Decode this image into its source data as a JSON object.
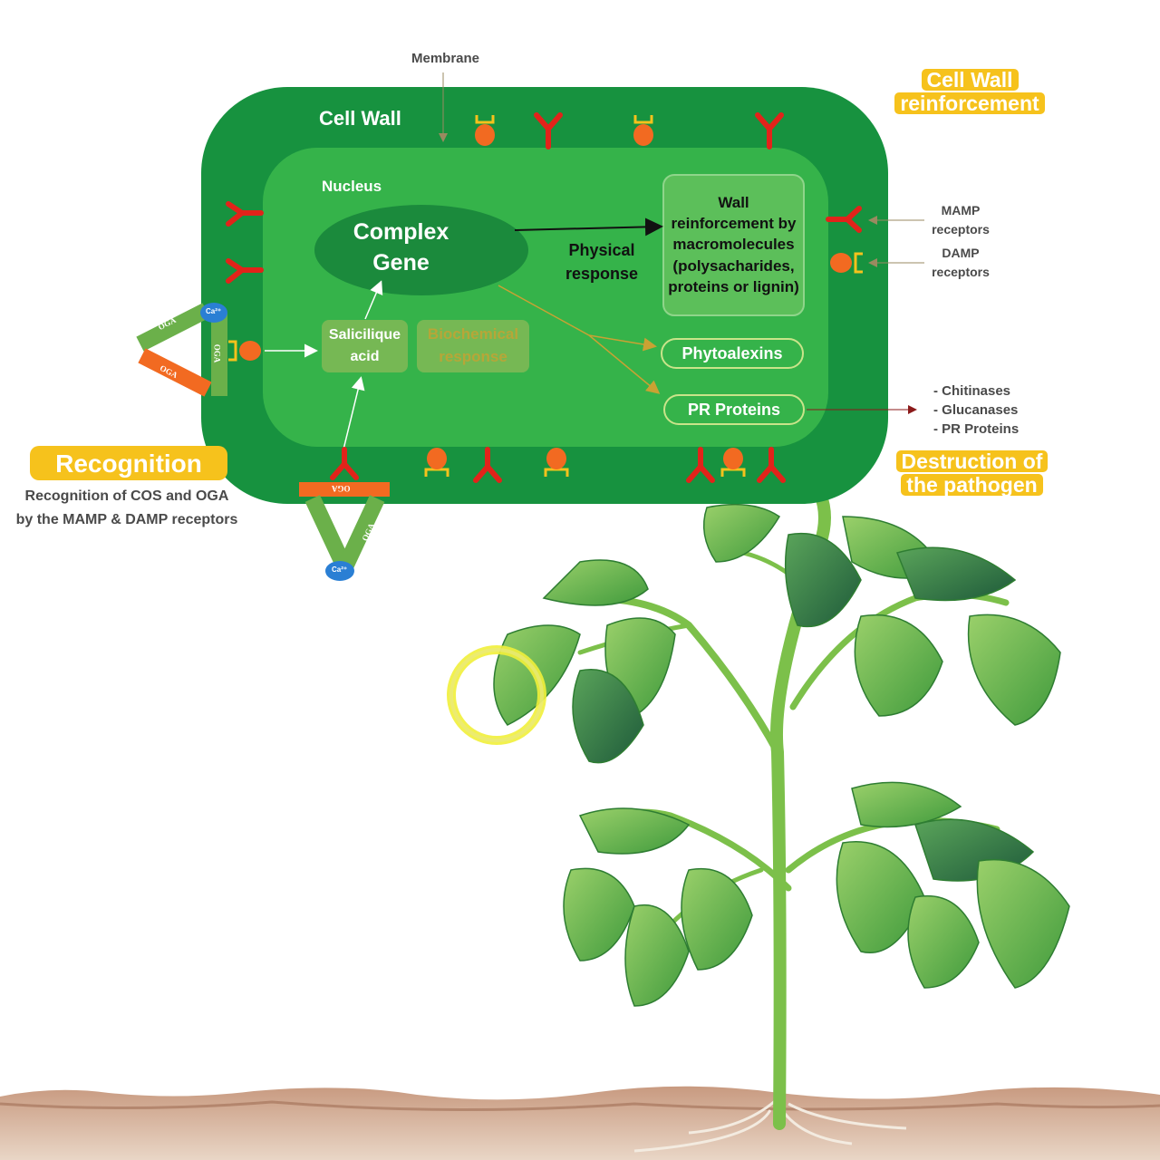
{
  "labels": {
    "membrane": "Membrane",
    "cell_wall": "Cell Wall",
    "nucleus": "Nucleus",
    "complex_gene_line1": "Complex",
    "complex_gene_line2": "Gene",
    "physical_response_line1": "Physical",
    "physical_response_line2": "response",
    "wall_reinforcement": [
      "Wall",
      "reinforcement by",
      "macromolecules",
      "(polysacharides,",
      "proteins or lignin)"
    ],
    "salicylic_acid_line1": "Salicilique",
    "salicylic_acid_line2": "acid",
    "biochemical_response_line1": "Biochemical",
    "biochemical_response_line2": "response",
    "phytoalexins": "Phytoalexins",
    "pr_proteins": "PR Proteins",
    "mamp_line1": "MAMP",
    "mamp_line2": "receptors",
    "damp_line1": "DAMP",
    "damp_line2": "receptors",
    "outputs": [
      "- Chitinases",
      "- Glucanases",
      "- PR Proteins"
    ],
    "oga": "OGA",
    "ca": "Ca²⁺"
  },
  "badges": {
    "cell_wall_reinforcement_line1": "Cell Wall",
    "cell_wall_reinforcement_line2": "reinforcement",
    "recognition": "Recognition",
    "destruction_line1": "Destruction of",
    "destruction_line2": "the pathogen"
  },
  "captions": {
    "recognition_line1": "Recognition of COS and OGA",
    "recognition_line2": "by the MAMP & DAMP receptors"
  },
  "colors": {
    "cell_wall": "#17923f",
    "cytoplasm": "#35b34a",
    "badge": "#f6c21c",
    "receptor_red": "#e2231a",
    "receptor_orange": "#f26a21",
    "soil": "#b68469"
  }
}
